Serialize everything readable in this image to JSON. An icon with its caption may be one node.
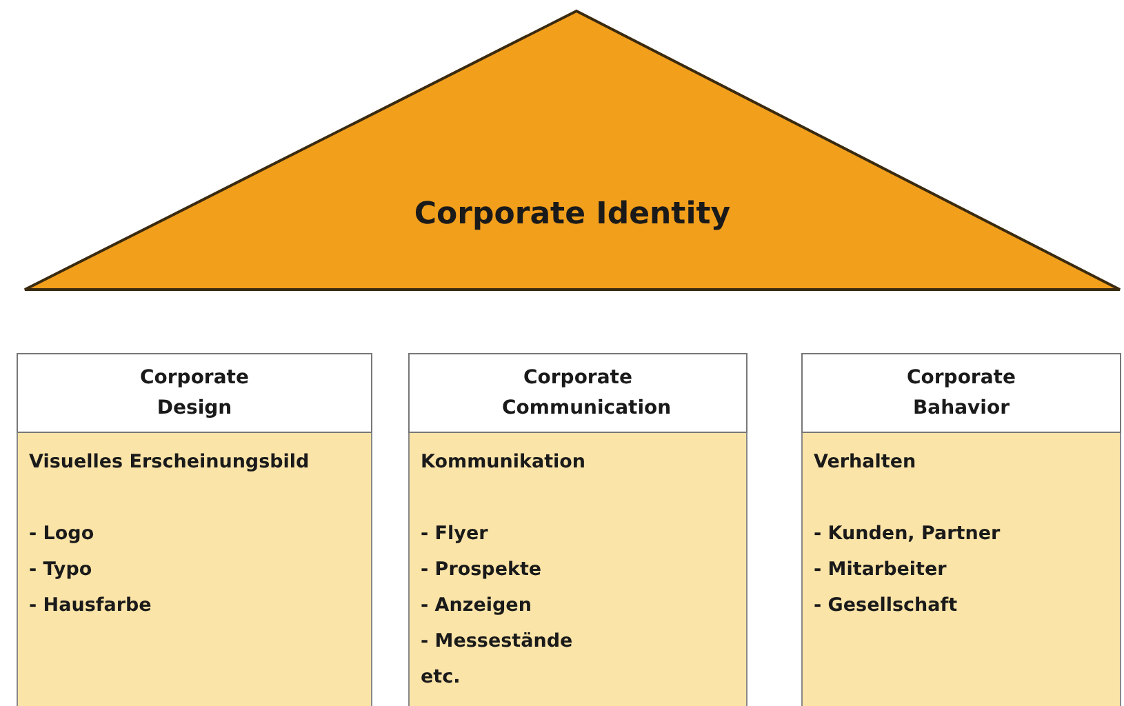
{
  "diagram": {
    "nodes": [
      {
        "text": [
          "Corporate Identity"
        ]
      },
      {
        "text": [
          "Corporate Design"
        ]
      },
      {
        "text": [
          "Visuelles Erscheinungsbild",
          "- Logo",
          "- Typo",
          "- Hausfarbe"
        ]
      },
      {
        "text": [
          "Corporate Communication"
        ]
      },
      {
        "text": [
          "Kommunikation",
          "- Flyer",
          "- Prospekte",
          "- Anzeigen",
          "- Messestände",
          "etc."
        ]
      },
      {
        "text": [
          "Corporate Bahavior"
        ]
      },
      {
        "text": [
          "Verhalten",
          "- Kunden, Partner",
          "- Mitarbeiter",
          "- Gesellschaft"
        ]
      }
    ]
  }
}
